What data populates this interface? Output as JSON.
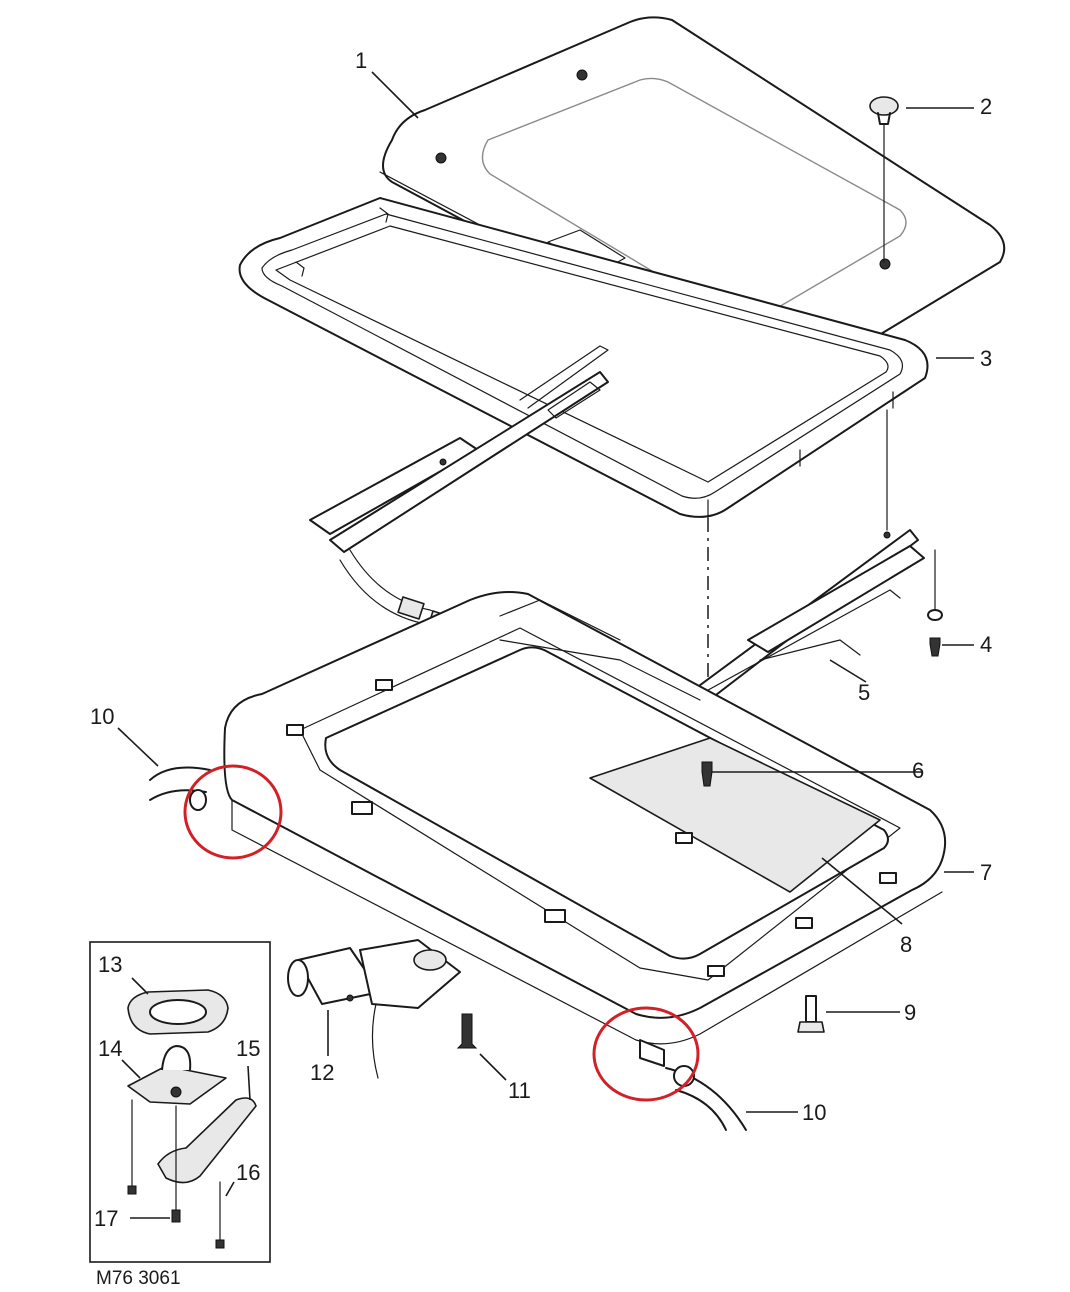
{
  "diagram": {
    "reference_code": "M76 3061",
    "highlight_color": "#d22027",
    "line_color": "#1a1a1a",
    "callouts": [
      {
        "id": "c1",
        "label": "1"
      },
      {
        "id": "c2",
        "label": "2"
      },
      {
        "id": "c3",
        "label": "3"
      },
      {
        "id": "c4",
        "label": "4"
      },
      {
        "id": "c5",
        "label": "5"
      },
      {
        "id": "c6",
        "label": "6"
      },
      {
        "id": "c7",
        "label": "7"
      },
      {
        "id": "c8",
        "label": "8"
      },
      {
        "id": "c9",
        "label": "9"
      },
      {
        "id": "c10a",
        "label": "10"
      },
      {
        "id": "c10b",
        "label": "10"
      },
      {
        "id": "c11",
        "label": "11"
      },
      {
        "id": "c12",
        "label": "12"
      },
      {
        "id": "c13",
        "label": "13"
      },
      {
        "id": "c14",
        "label": "14"
      },
      {
        "id": "c15",
        "label": "15"
      },
      {
        "id": "c16",
        "label": "16"
      },
      {
        "id": "c17",
        "label": "17"
      }
    ]
  }
}
